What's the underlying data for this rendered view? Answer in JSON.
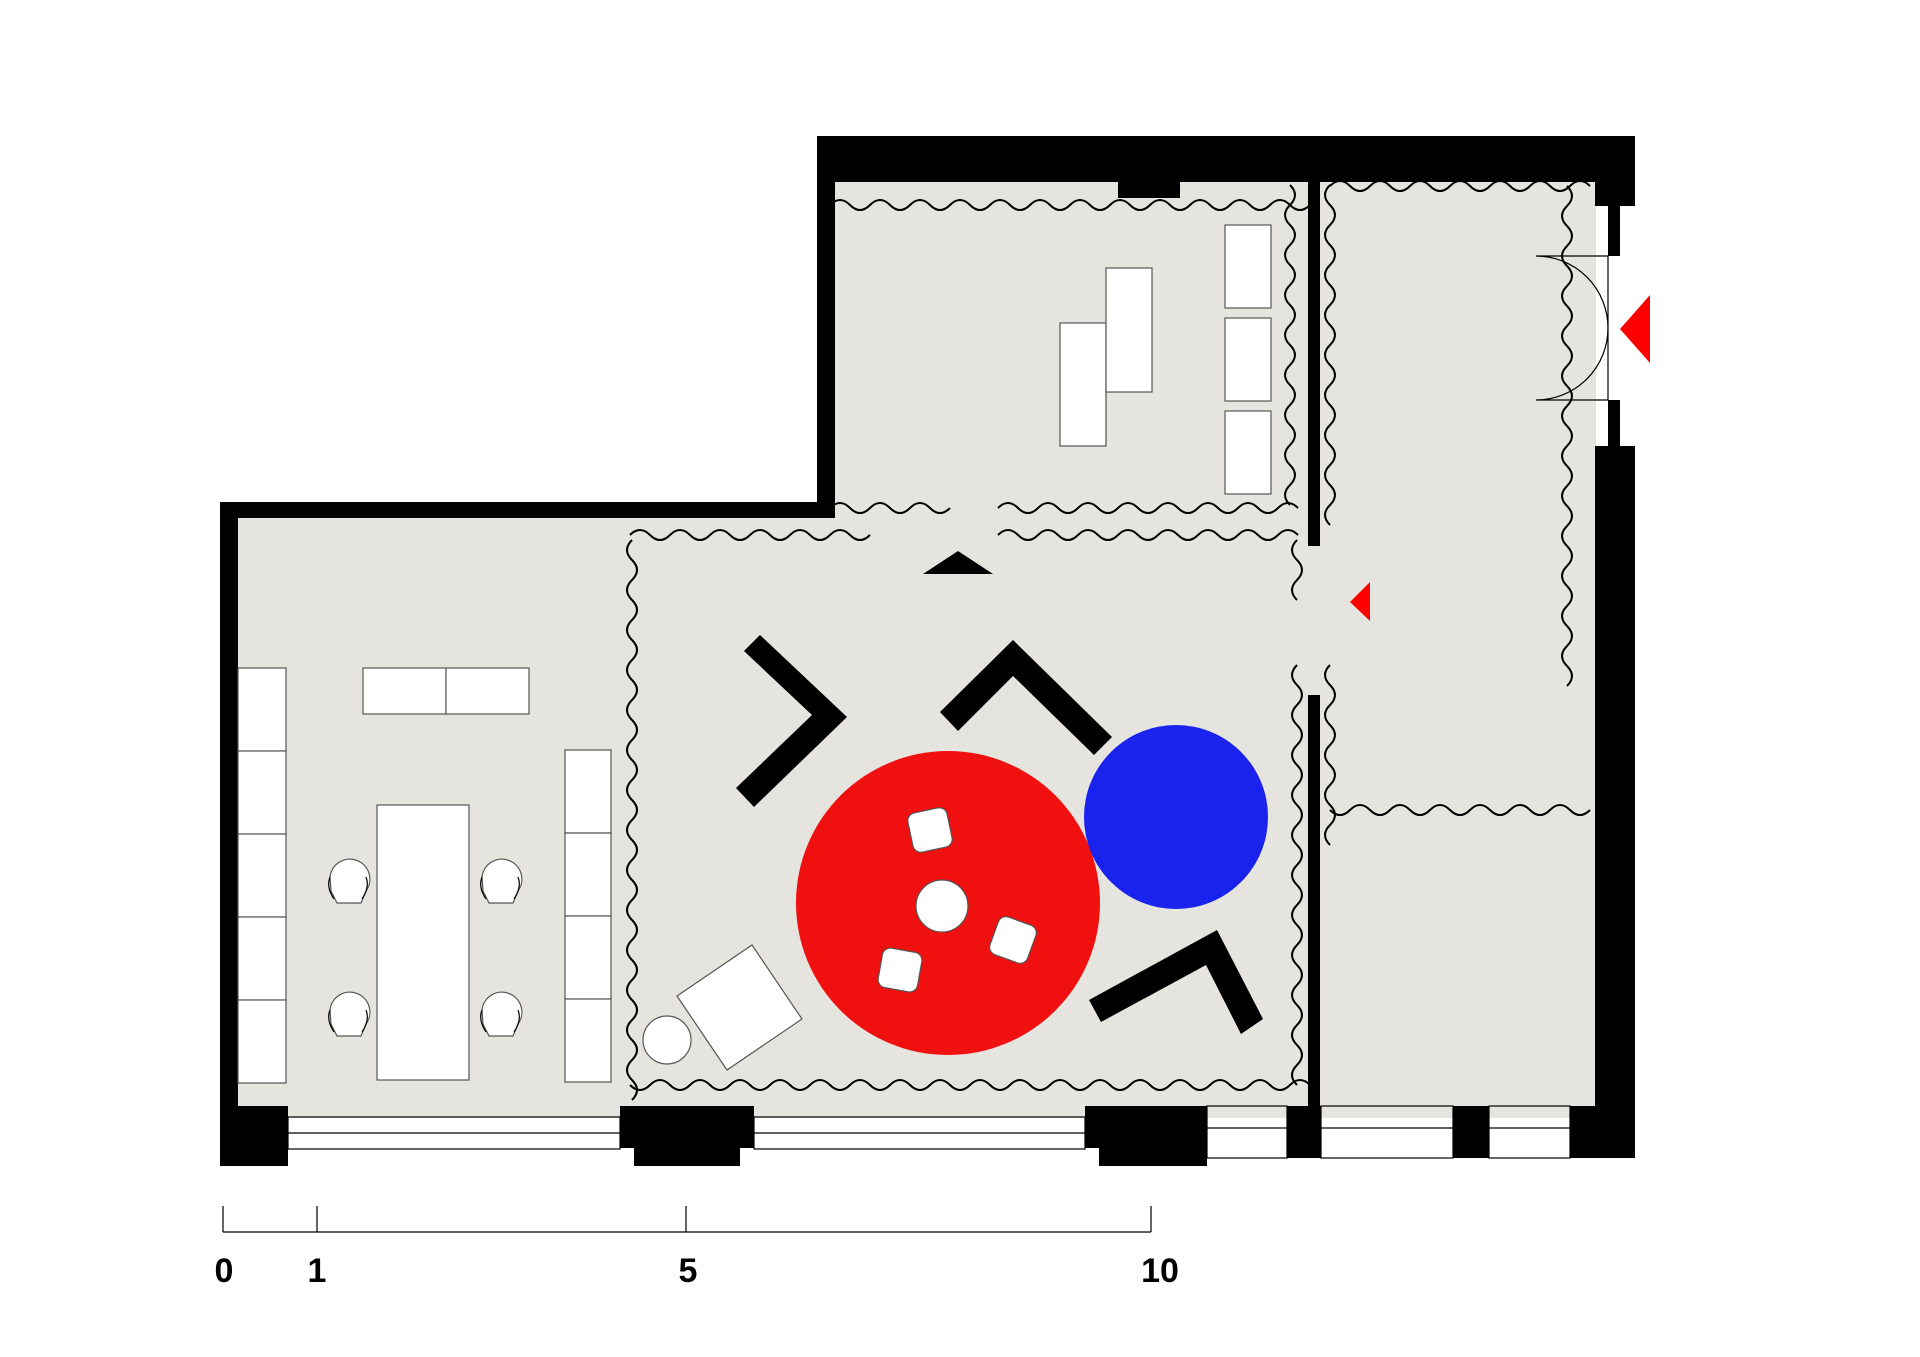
{
  "scale_bar": {
    "labels": [
      "0",
      "1",
      "5",
      "10"
    ]
  },
  "colors": {
    "floor": "#e6e4de",
    "wall": "#000000",
    "red_rug": "#f01010",
    "blue_rug": "#1a22ee",
    "entrance_marker": "#ff0000"
  },
  "icons": {
    "entrance": "red-triangle-marker",
    "view_marker": "black-triangle-marker"
  }
}
